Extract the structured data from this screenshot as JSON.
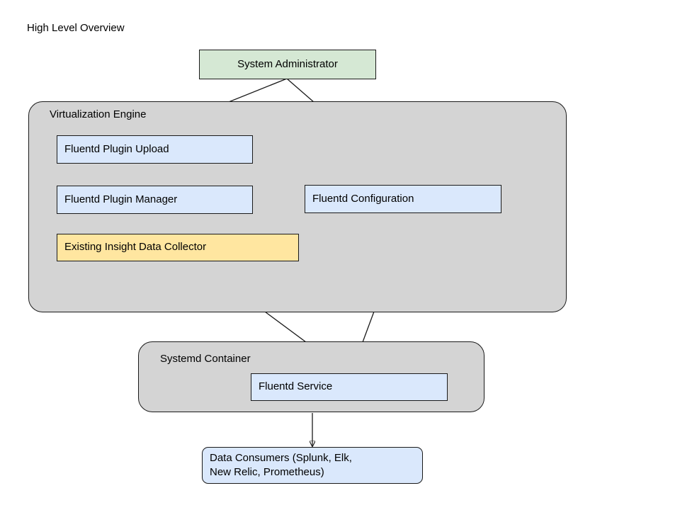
{
  "title": "High Level Overview",
  "colors": {
    "blue_fill": "#dae8fc",
    "green_fill": "#d5e8d4",
    "orange_fill": "#ffe6a0",
    "gray_fill": "#d4d4d4",
    "stroke": "#1a1a1a",
    "background": "#ffffff"
  },
  "groups": [
    {
      "id": "virtualization-engine",
      "label": "Virtualization Engine"
    },
    {
      "id": "systemd-container",
      "label": "Systemd Container"
    }
  ],
  "nodes": [
    {
      "id": "system-administrator",
      "label": "System Administrator",
      "fill": "green"
    },
    {
      "id": "fluentd-plugin-upload",
      "label": "Fluentd Plugin Upload",
      "fill": "blue"
    },
    {
      "id": "fluentd-plugin-manager",
      "label": "Fluentd Plugin Manager",
      "fill": "blue"
    },
    {
      "id": "fluentd-configuration",
      "label": "Fluentd Configuration",
      "fill": "blue"
    },
    {
      "id": "existing-insight-data-collector",
      "label": "Existing Insight Data Collector",
      "fill": "orange"
    },
    {
      "id": "fluentd-service",
      "label": "Fluentd Service",
      "fill": "blue"
    },
    {
      "id": "data-consumers",
      "label": "Data Consumers (Splunk, Elk,\nNew Relic, Prometheus)",
      "fill": "blue"
    }
  ],
  "edges": [
    {
      "from": "system-administrator",
      "to": "fluentd-plugin-upload"
    },
    {
      "from": "system-administrator",
      "to": "fluentd-configuration"
    },
    {
      "from": "fluentd-plugin-upload",
      "to": "fluentd-plugin-manager"
    },
    {
      "from": "fluentd-plugin-manager",
      "to": "fluentd-configuration"
    },
    {
      "from": "existing-insight-data-collector",
      "to": "fluentd-service"
    },
    {
      "from": "fluentd-configuration",
      "to": "fluentd-service"
    },
    {
      "from": "fluentd-service",
      "to": "data-consumers"
    }
  ]
}
